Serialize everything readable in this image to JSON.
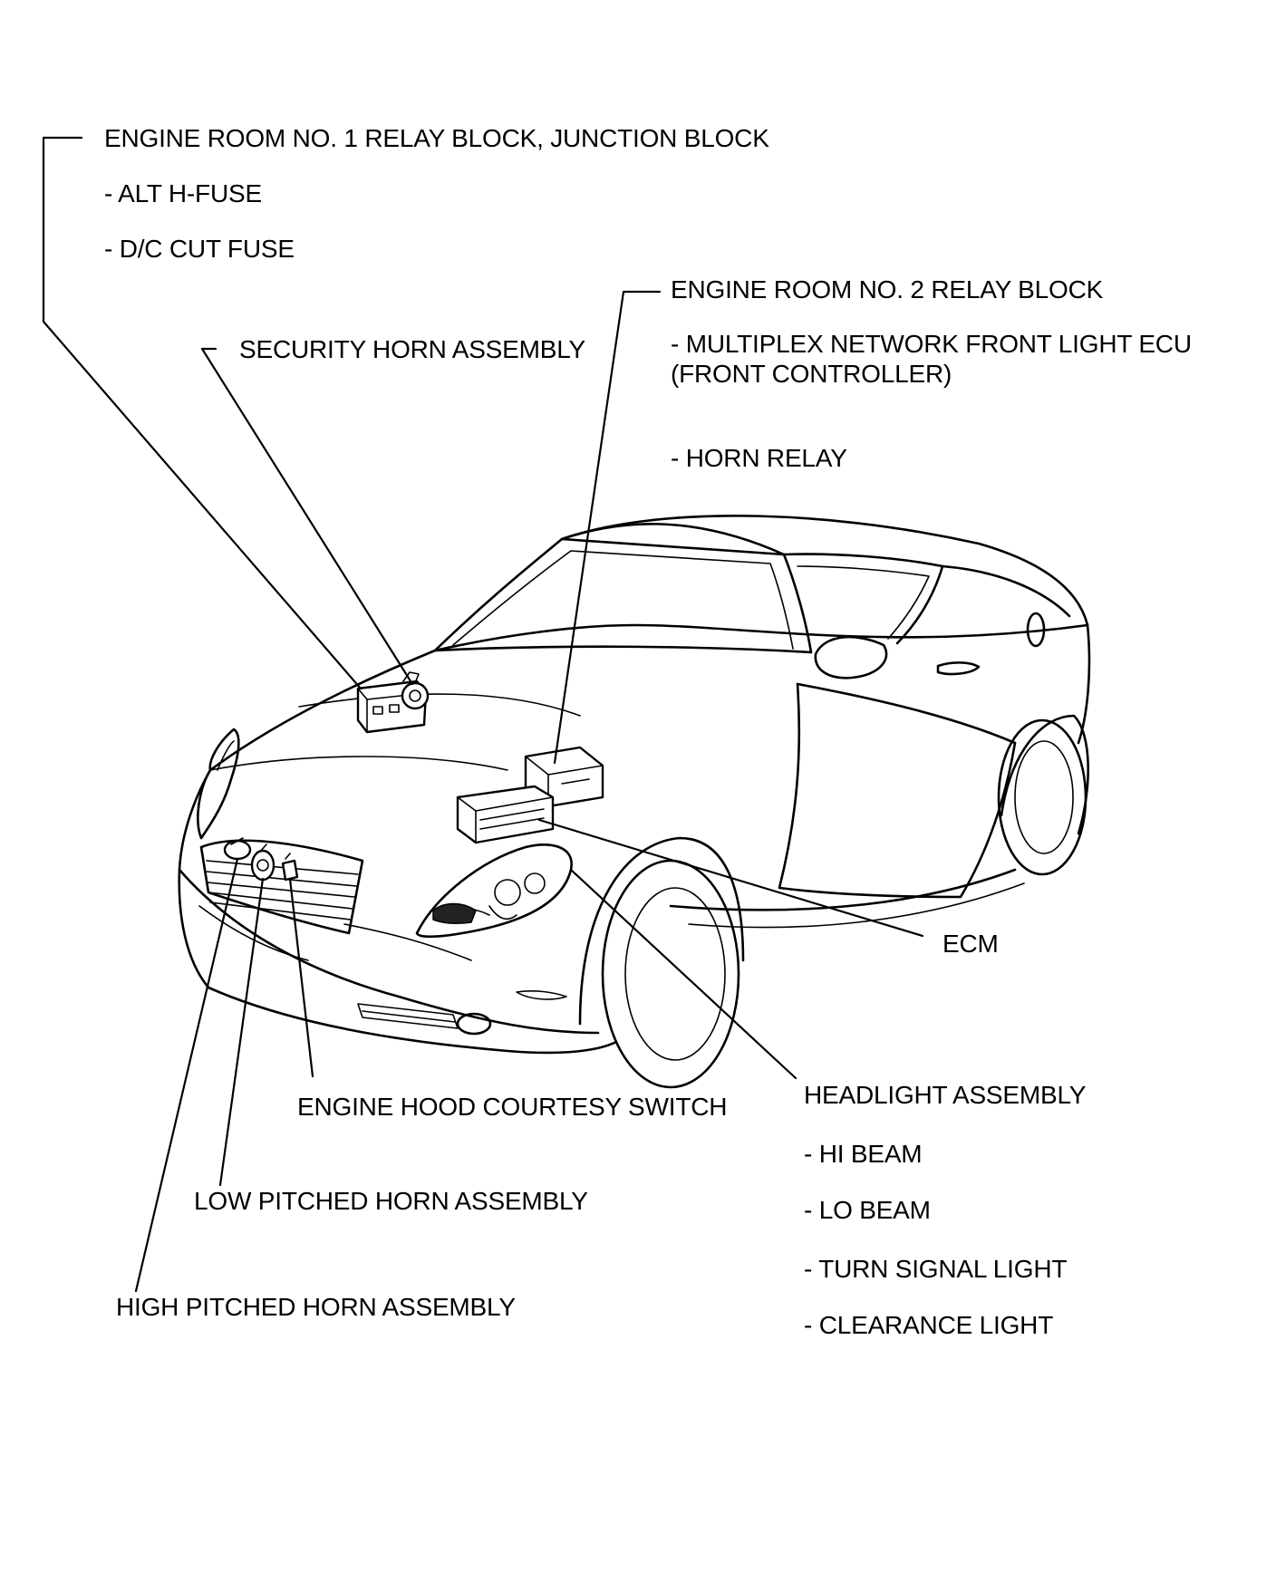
{
  "labels": {
    "relay_block_1": "ENGINE ROOM NO. 1 RELAY BLOCK, JUNCTION BLOCK",
    "relay_block_1_items": [
      "- ALT H-FUSE",
      "- D/C CUT FUSE"
    ],
    "security_horn": "SECURITY HORN ASSEMBLY",
    "relay_block_2": "ENGINE ROOM NO. 2 RELAY BLOCK",
    "relay_block_2_items": [
      "- MULTIPLEX NETWORK FRONT LIGHT ECU",
      "(FRONT CONTROLLER)",
      "- HORN RELAY"
    ],
    "ecm": "ECM",
    "headlight": "HEADLIGHT ASSEMBLY",
    "headlight_items": [
      "- HI BEAM",
      "- LO BEAM",
      "- TURN SIGNAL LIGHT",
      "- CLEARANCE LIGHT"
    ],
    "hood_switch": "ENGINE HOOD COURTESY SWITCH",
    "low_horn": "LOW PITCHED HORN ASSEMBLY",
    "high_horn": "HIGH PITCHED HORN ASSEMBLY"
  },
  "colors": {
    "line": "#000000",
    "background": "#ffffff"
  }
}
